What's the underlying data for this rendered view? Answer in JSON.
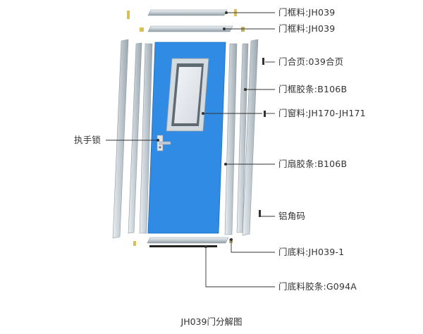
{
  "labels": {
    "frame_top_1": "门框料:JH039",
    "frame_top_2": "门框料:JH039",
    "hinge": "门合页:039合页",
    "frame_gasket": "门框胶条:B106B",
    "window": "门窗料:JH170-JH171",
    "lock": "执手锁",
    "leaf_gasket": "门扇胶条:B106B",
    "corner": "铝角码",
    "bottom": "门底料:JH039-1",
    "bottom_gasket": "门底料胶条:G094A"
  },
  "caption": "JH039门分解图",
  "colors": {
    "panel": "#2f8be3",
    "profile": "#c3ccd2",
    "profile_dark": "#9aa6ae",
    "leader": "#333333",
    "glass": "#e6e9ee"
  }
}
